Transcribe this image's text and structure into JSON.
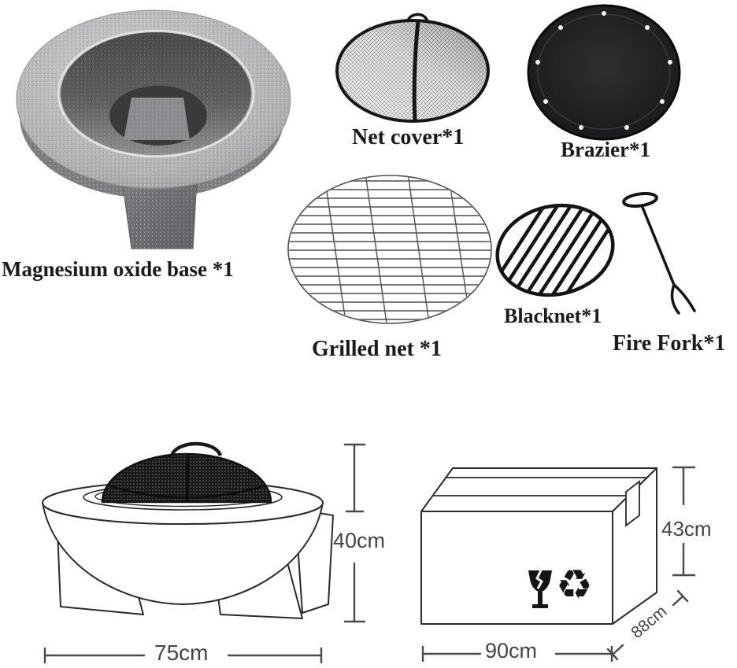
{
  "title": "Fire pit parts and packaging dimensions diagram",
  "parts": {
    "base": {
      "label": "Magnesium oxide base *1"
    },
    "net_cover": {
      "label": "Net cover*1"
    },
    "brazier": {
      "label": "Brazier*1"
    },
    "grilled_net": {
      "label": "Grilled net *1"
    },
    "blacknet": {
      "label": "Blacknet*1"
    },
    "fire_fork": {
      "label": "Fire Fork*1"
    }
  },
  "dimensions": {
    "firepit_height": "40cm",
    "firepit_width": "75cm",
    "box_height": "43cm",
    "box_depth": "88cm",
    "box_width": "90cm"
  },
  "icons": {
    "fragile": "fragile-icon",
    "recycle": "recycle-icon",
    "recycle_glyph": "♻"
  },
  "colors": {
    "line": "#3f3f3f",
    "label_text": "#1b1b1b",
    "dim_text": "#454545",
    "brazier_body": "#1b1b1d",
    "base_ring": "#b9b9bb",
    "mesh_dark": "#1a1a1a"
  }
}
